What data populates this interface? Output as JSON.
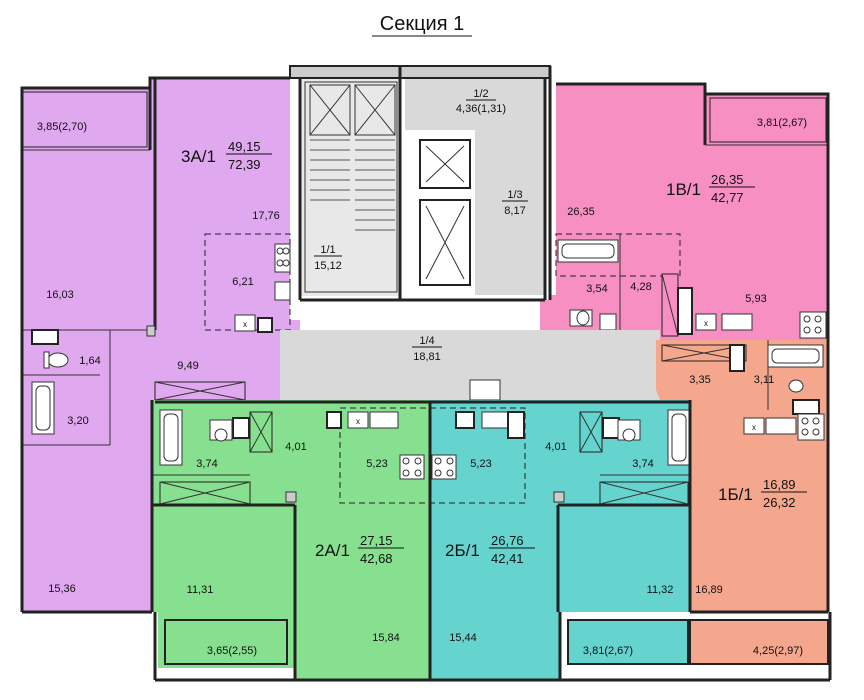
{
  "title": "Секция 1",
  "colors": {
    "apt3A": "#e0a8ef",
    "apt1V": "#f78fc2",
    "apt2A": "#86e08f",
    "apt2B": "#65d4cf",
    "apt1B": "#f5a78e",
    "common": "#d9d9d9",
    "wall": "#222222"
  },
  "apartments": [
    {
      "code": "3А/1",
      "living": "49,15",
      "total": "72,39",
      "color": "apt3A"
    },
    {
      "code": "1В/1",
      "living": "26,35",
      "total": "42,77",
      "color": "apt1V"
    },
    {
      "code": "2А/1",
      "living": "27,15",
      "total": "42,68",
      "color": "apt2A"
    },
    {
      "code": "2Б/1",
      "living": "26,76",
      "total": "42,41",
      "color": "apt2B"
    },
    {
      "code": "1Б/1",
      "living": "16,89",
      "total": "26,32",
      "color": "apt1B"
    }
  ],
  "common_areas": [
    {
      "num": "1/1",
      "area": "15,12"
    },
    {
      "num": "1/2",
      "area": "4,36(1,31)"
    },
    {
      "num": "1/3",
      "area": "8,17"
    },
    {
      "num": "1/4",
      "area": "18,81"
    }
  ],
  "room_labels": {
    "r3a_balcony": "3,85(2,70)",
    "r3a_living": "17,76",
    "r3a_kitchen": "6,21",
    "r3a_bed1": "16,03",
    "r3a_wc": "1,64",
    "r3a_hall": "9,49",
    "r3a_bath": "3,20",
    "r3a_bed2": "15,36",
    "r1v_balcony": "3,81(2,67)",
    "r1v_room": "26,35",
    "r1v_bath": "3,54",
    "r1v_hall": "4,28",
    "r1v_kitchen": "5,93",
    "r2a_bath": "3,74",
    "r2a_hall": "4,01",
    "r2a_kitchen": "5,23",
    "r2a_bed": "11,31",
    "r2a_living": "15,84",
    "r2a_balcony": "3,65(2,55)",
    "r2b_kitchen": "5,23",
    "r2b_hall": "4,01",
    "r2b_bath": "3,74",
    "r2b_living": "15,44",
    "r2b_bed": "11,32",
    "r2b_balcony": "3,81(2,67)",
    "r1b_hall": "3,35",
    "r1b_bath": "3,11",
    "r1b_room": "16,89",
    "r1b_balcony": "4,25(2,97)"
  }
}
